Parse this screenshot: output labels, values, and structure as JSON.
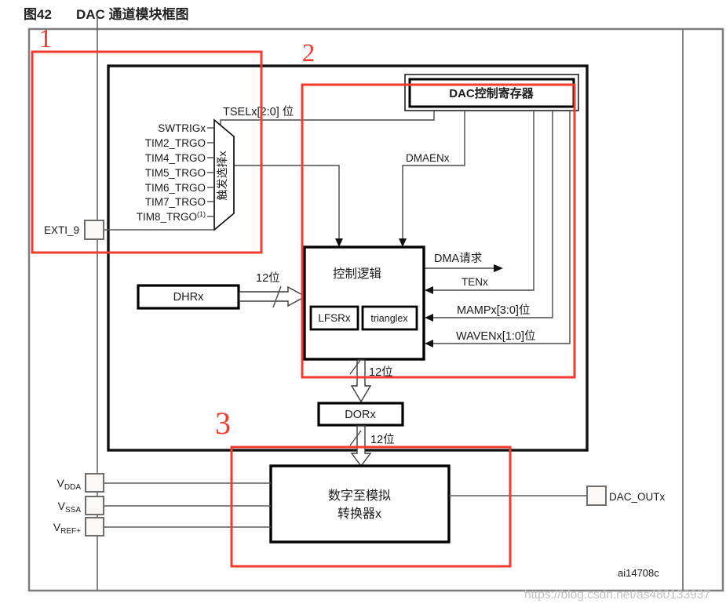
{
  "title": {
    "prefix": "图42",
    "text": "DAC 通道模块框图"
  },
  "annotations": {
    "labels": [
      "1",
      "2",
      "3"
    ]
  },
  "blocks": {
    "dac_control_register": "DAC控制寄存器",
    "trigger_selector": "触发选择x",
    "control_logic": "控制逻辑",
    "lfsr": "LFSRx",
    "triangle": "trianglex",
    "dhr": "DHRx",
    "dor": "DORx",
    "converter_line1": "数字至模拟",
    "converter_line2": "转换器x"
  },
  "signals": {
    "tsel": "TSELx[2:0] 位",
    "dmaen": "DMAENx",
    "dma_request": "DMA请求",
    "ten": "TENx",
    "mamp": "MAMPx[3:0]位",
    "waven": "WAVENx[1:0]位",
    "bits12": "12位"
  },
  "triggers": {
    "items": [
      "SWTRIGx",
      "TIM2_TRGO",
      "TIM4_TRGO",
      "TIM5_TRGO",
      "TIM6_TRGO",
      "TIM7_TRGO"
    ],
    "tim8_base": "TIM8_TRGO",
    "tim8_sup": "(1)"
  },
  "pins": {
    "exti": "EXTI_9",
    "vdda_base": "V",
    "vdda_sub": "DDA",
    "vssa_base": "V",
    "vssa_sub": "SSA",
    "vref_base": "V",
    "vref_sub": "REF+",
    "dac_out": "DAC_OUTx"
  },
  "footer": {
    "figure_id": "ai14708c",
    "watermark": "https://blog.csdn.net/as480133937"
  },
  "colors": {
    "annotation_red": "#f23a2f",
    "line_black": "#111111",
    "wire_gray": "#4a4a4a",
    "frame_gray": "#7d7d7d",
    "watermark_gray": "#bdbdbd"
  }
}
